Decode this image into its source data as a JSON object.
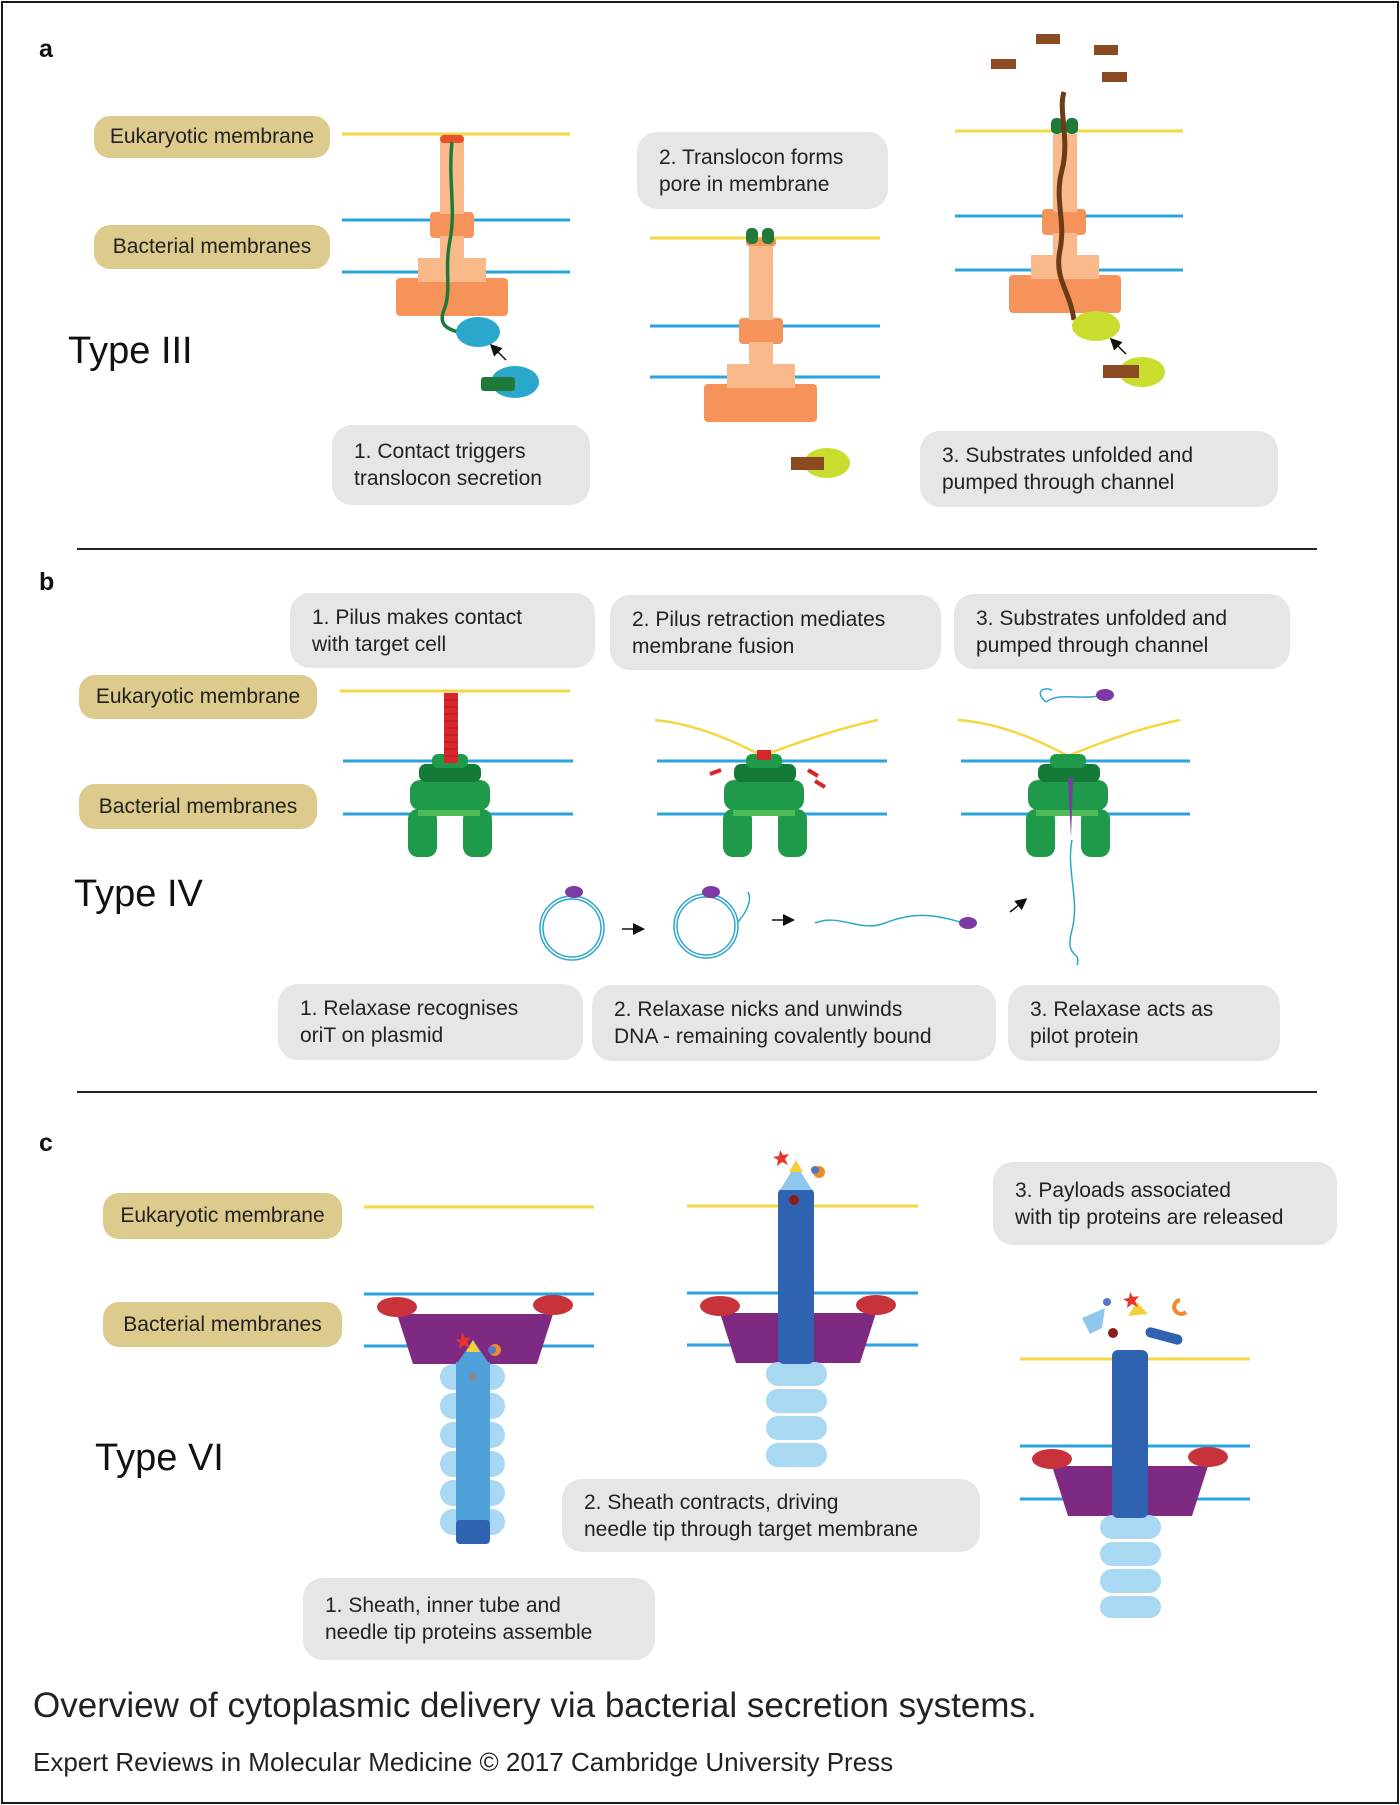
{
  "panels": {
    "a": {
      "letter": "a",
      "type_label": "Type III",
      "eukaryotic_label": "Eukaryotic membrane",
      "bacterial_label": "Bacterial membranes",
      "steps": [
        "1. Contact triggers\ntranslocon secretion",
        "2. Translocon forms\npore in membrane",
        "3. Substrates unfolded and\npumped through channel"
      ]
    },
    "b": {
      "letter": "b",
      "type_label": "Type IV",
      "eukaryotic_label": "Eukaryotic membrane",
      "bacterial_label": "Bacterial membranes",
      "top_steps": [
        "1. Pilus makes contact\nwith target cell",
        "2. Pilus retraction mediates\nmembrane fusion",
        "3. Substrates unfolded and\npumped through channel"
      ],
      "bottom_steps": [
        "1. Relaxase recognises\noriT on plasmid",
        "2. Relaxase nicks and unwinds\nDNA - remaining covalently bound",
        "3. Relaxase acts as\npilot protein"
      ]
    },
    "c": {
      "letter": "c",
      "type_label": "Type VI",
      "eukaryotic_label": "Eukaryotic membrane",
      "bacterial_label": "Bacterial membranes",
      "steps": [
        "1. Sheath, inner tube and\nneedle tip proteins assemble",
        "2. Sheath contracts, driving\nneedle tip through target membrane",
        "3. Payloads associated\nwith tip proteins are released"
      ]
    }
  },
  "caption": {
    "title": "Overview of cytoplasmic delivery via bacterial secretion systems.",
    "credit": "Expert Reviews in Molecular Medicine © 2017 Cambridge University Press"
  },
  "colors": {
    "eukaryotic_membrane": "#f5d742",
    "bacterial_membrane": "#2aa3dc",
    "label_fill": "#dccb8c",
    "bubble_fill": "#e6e6e8",
    "t3ss_orange": "#f5935a",
    "t3ss_light": "#f9b98a",
    "t4ss_green": "#1f9a4a",
    "t4ss_dark": "#137a38",
    "t6ss_purple": "#7e2a82",
    "t6ss_red": "#c8323a",
    "sheath_blue": "#4f9fd9",
    "tube_dark_blue": "#2f62b0",
    "sheath_light": "#a9d9f2",
    "substrate_brown": "#8a4a22",
    "chaperone_yellow": "#c9dd2e",
    "effector_cyan": "#2ba7cc"
  }
}
